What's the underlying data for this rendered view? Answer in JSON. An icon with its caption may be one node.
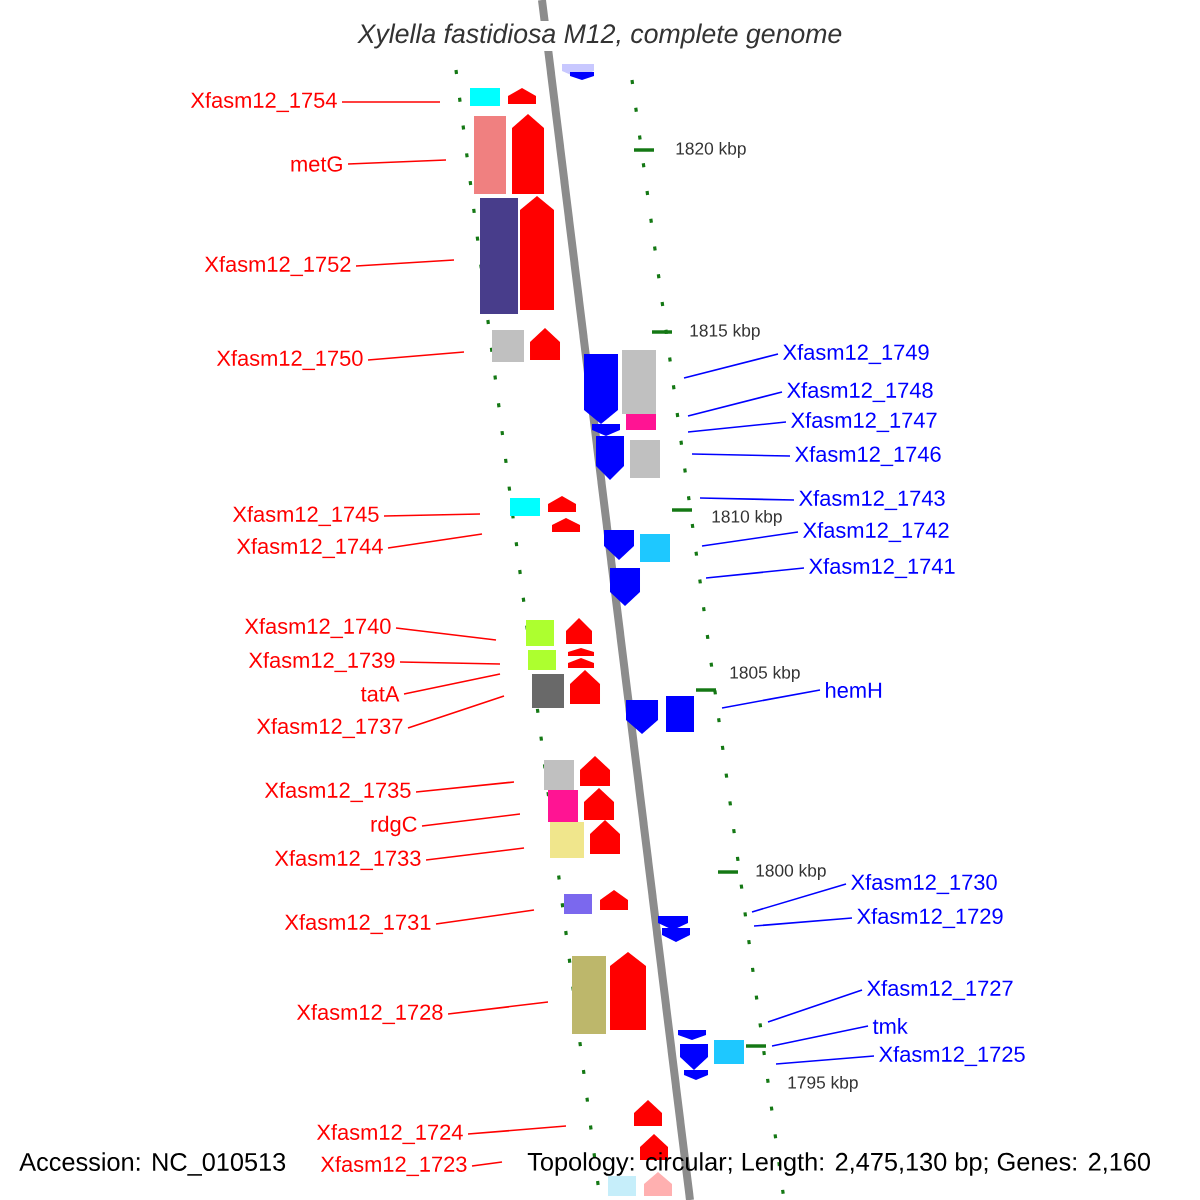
{
  "diagram": {
    "title": "Xylella fastidiosa M12, complete genome",
    "nodes": [
      {
        "text": [
          "Xfasm12_1754"
        ]
      },
      {
        "text": [
          "metG"
        ]
      },
      {
        "text": [
          "Xfasm12_1752"
        ]
      },
      {
        "text": [
          "Xfasm12_1750"
        ]
      },
      {
        "text": [
          "Xfasm12_1745"
        ]
      },
      {
        "text": [
          "Xfasm12_1744"
        ]
      },
      {
        "text": [
          "Xfasm12_1740"
        ]
      },
      {
        "text": [
          "Xfasm12_1739"
        ]
      },
      {
        "text": [
          "tatA"
        ]
      },
      {
        "text": [
          "Xfasm12_1737"
        ]
      },
      {
        "text": [
          "Xfasm12_1735"
        ]
      },
      {
        "text": [
          "rdgC"
        ]
      },
      {
        "text": [
          "Xfasm12_1733"
        ]
      },
      {
        "text": [
          "Xfasm12_1731"
        ]
      },
      {
        "text": [
          "Xfasm12_1728"
        ]
      },
      {
        "text": [
          "Xfasm12_1724"
        ]
      },
      {
        "text": [
          "Xfasm12_1723"
        ]
      },
      {
        "text": [
          "Xfasm12_1749"
        ]
      },
      {
        "text": [
          "Xfasm12_1748"
        ]
      },
      {
        "text": [
          "Xfasm12_1747"
        ]
      },
      {
        "text": [
          "Xfasm12_1746"
        ]
      },
      {
        "text": [
          "Xfasm12_1743"
        ]
      },
      {
        "text": [
          "Xfasm12_1742"
        ]
      },
      {
        "text": [
          "Xfasm12_1741"
        ]
      },
      {
        "text": [
          "hemH"
        ]
      },
      {
        "text": [
          "Xfasm12_1730"
        ]
      },
      {
        "text": [
          "Xfasm12_1729"
        ]
      },
      {
        "text": [
          "Xfasm12_1727"
        ]
      },
      {
        "text": [
          "tmk"
        ]
      },
      {
        "text": [
          "Xfasm12_1725"
        ]
      }
    ],
    "edges": [
      {
        "from": 0,
        "to": null,
        "arrow": "none"
      },
      {
        "from": 1,
        "to": null,
        "arrow": "none"
      },
      {
        "from": 2,
        "to": null,
        "arrow": "none"
      },
      {
        "from": 3,
        "to": null,
        "arrow": "none"
      },
      {
        "from": 4,
        "to": null,
        "arrow": "none"
      },
      {
        "from": 5,
        "to": null,
        "arrow": "none"
      },
      {
        "from": 6,
        "to": null,
        "arrow": "none"
      },
      {
        "from": 7,
        "to": null,
        "arrow": "none"
      },
      {
        "from": 8,
        "to": null,
        "arrow": "none"
      },
      {
        "from": 9,
        "to": null,
        "arrow": "none"
      },
      {
        "from": 10,
        "to": null,
        "arrow": "none"
      },
      {
        "from": 11,
        "to": null,
        "arrow": "none"
      },
      {
        "from": 12,
        "to": null,
        "arrow": "none"
      },
      {
        "from": 13,
        "to": null,
        "arrow": "none"
      },
      {
        "from": 14,
        "to": null,
        "arrow": "none"
      },
      {
        "from": 15,
        "to": null,
        "arrow": "none"
      },
      {
        "from": 16,
        "to": null,
        "arrow": "none"
      },
      {
        "from": 17,
        "to": null,
        "arrow": "none",
        "color": "#0000ff"
      },
      {
        "from": 18,
        "to": null,
        "arrow": "none",
        "color": "#0000ff"
      },
      {
        "from": 19,
        "to": null,
        "arrow": "none",
        "color": "#0000ff"
      },
      {
        "from": 20,
        "to": null,
        "arrow": "none",
        "color": "#0000ff"
      },
      {
        "from": 21,
        "to": null,
        "arrow": "none",
        "color": "#0000ff"
      },
      {
        "from": 22,
        "to": null,
        "arrow": "none",
        "color": "#0000ff"
      },
      {
        "from": 23,
        "to": null,
        "arrow": "none",
        "color": "#0000ff"
      },
      {
        "from": 24,
        "to": null,
        "arrow": "none",
        "color": "#0000ff"
      },
      {
        "from": 25,
        "to": null,
        "arrow": "none",
        "color": "#0000ff"
      },
      {
        "from": 26,
        "to": null,
        "arrow": "none",
        "color": "#0000ff"
      },
      {
        "from": 27,
        "to": null,
        "arrow": "none",
        "color": "#0000ff"
      },
      {
        "from": 28,
        "to": null,
        "arrow": "none",
        "color": "#0000ff"
      },
      {
        "from": 29,
        "to": null,
        "arrow": "none",
        "color": "#0000ff"
      }
    ],
    "labels": [
      "1820 kbp",
      "1815 kbp",
      "1810 kbp",
      "1805 kbp",
      "1800 kbp",
      "1795 kbp",
      "Accession: NC_010513",
      "Topology: circular; Length: 2,475,130 bp; Genes: 2,160"
    ]
  }
}
